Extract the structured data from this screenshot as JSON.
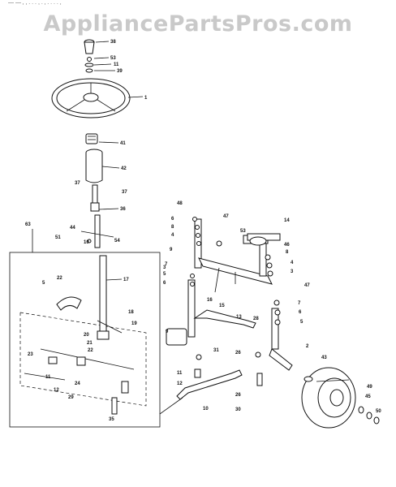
{
  "watermark": "AppliancePartsPros.com",
  "header_text": "— — ‚ , . . . , . ‚ . . . . ,",
  "parts": [
    {
      "id": "p38",
      "label": "38"
    },
    {
      "id": "p53",
      "label": "53"
    },
    {
      "id": "p11a",
      "label": "11"
    },
    {
      "id": "p39",
      "label": "39"
    },
    {
      "id": "p1",
      "label": "1"
    },
    {
      "id": "p41",
      "label": "41"
    },
    {
      "id": "p42",
      "label": "42"
    },
    {
      "id": "p37a",
      "label": "37"
    },
    {
      "id": "p37b",
      "label": "37"
    },
    {
      "id": "p36",
      "label": "36"
    },
    {
      "id": "p44",
      "label": "44"
    },
    {
      "id": "p51",
      "label": "51"
    },
    {
      "id": "p10a",
      "label": "10"
    },
    {
      "id": "p54",
      "label": "54"
    },
    {
      "id": "p63",
      "label": "63"
    },
    {
      "id": "p17",
      "label": "17"
    },
    {
      "id": "p22a",
      "label": "22"
    },
    {
      "id": "p5a",
      "label": "5"
    },
    {
      "id": "p18",
      "label": "18"
    },
    {
      "id": "p19",
      "label": "19"
    },
    {
      "id": "p20",
      "label": "20"
    },
    {
      "id": "p21",
      "label": "21"
    },
    {
      "id": "p22b",
      "label": "22"
    },
    {
      "id": "p23",
      "label": "23"
    },
    {
      "id": "p11b",
      "label": "11"
    },
    {
      "id": "p12a",
      "label": "12"
    },
    {
      "id": "p24",
      "label": "24"
    },
    {
      "id": "p29",
      "label": "29"
    },
    {
      "id": "p35",
      "label": "35"
    },
    {
      "id": "p48",
      "label": "48"
    },
    {
      "id": "p6a",
      "label": "6"
    },
    {
      "id": "p8a",
      "label": "8"
    },
    {
      "id": "p4a",
      "label": "4"
    },
    {
      "id": "p9a",
      "label": "9"
    },
    {
      "id": "p3a",
      "label": "3"
    },
    {
      "id": "p7a",
      "label": "7"
    },
    {
      "id": "p5b",
      "label": "5"
    },
    {
      "id": "p6b",
      "label": "6"
    },
    {
      "id": "p47a",
      "label": "47"
    },
    {
      "id": "p14",
      "label": "14"
    },
    {
      "id": "p53b",
      "label": "53"
    },
    {
      "id": "p46",
      "label": "46"
    },
    {
      "id": "p8b",
      "label": "8"
    },
    {
      "id": "p4b",
      "label": "4"
    },
    {
      "id": "p3b",
      "label": "3"
    },
    {
      "id": "p47b",
      "label": "47"
    },
    {
      "id": "p16",
      "label": "16"
    },
    {
      "id": "p15",
      "label": "15"
    },
    {
      "id": "p13",
      "label": "13"
    },
    {
      "id": "p7b",
      "label": "7"
    },
    {
      "id": "p6c",
      "label": "6"
    },
    {
      "id": "p5c",
      "label": "5"
    },
    {
      "id": "p28",
      "label": "28"
    },
    {
      "id": "p9b",
      "label": "9"
    },
    {
      "id": "p31",
      "label": "31"
    },
    {
      "id": "p11c",
      "label": "11"
    },
    {
      "id": "p12b",
      "label": "12"
    },
    {
      "id": "p26a",
      "label": "26"
    },
    {
      "id": "p2",
      "label": "2"
    },
    {
      "id": "p43",
      "label": "43"
    },
    {
      "id": "p10b",
      "label": "10"
    },
    {
      "id": "p26b",
      "label": "26"
    },
    {
      "id": "p30",
      "label": "30"
    },
    {
      "id": "p49",
      "label": "49"
    },
    {
      "id": "p45",
      "label": "45"
    },
    {
      "id": "p50",
      "label": "50"
    }
  ]
}
